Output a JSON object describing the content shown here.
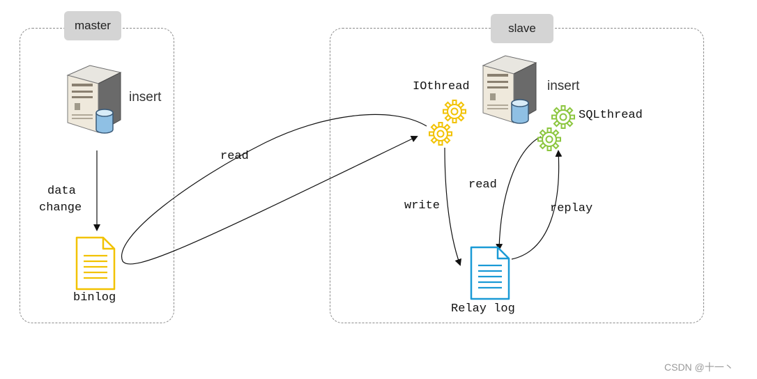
{
  "master": {
    "title": "master",
    "server_label": "insert",
    "arrow_label_line1": "data",
    "arrow_label_line2": "change",
    "file_label": "binlog"
  },
  "slave": {
    "title": "slave",
    "server_label": "insert",
    "io_thread_label": "IOthread",
    "sql_thread_label": "SQLthread",
    "write_label": "write",
    "read_label": "read",
    "replay_label": "replay",
    "file_label": "Relay log"
  },
  "connection": {
    "read_label": "read"
  },
  "watermark": "CSDN @十一丶",
  "colors": {
    "binlog_file": "#f2c200",
    "relay_file": "#1a9ad6",
    "io_gear": "#f2c200",
    "sql_gear": "#8cc63f",
    "region_border": "#8a8a8a",
    "tag_bg": "#d4d4d4"
  },
  "icons": {
    "master_server": "server-database-icon",
    "slave_server": "server-database-icon",
    "io_thread": "gears-icon",
    "sql_thread": "gears-icon",
    "binlog": "document-icon",
    "relay_log": "document-icon"
  }
}
